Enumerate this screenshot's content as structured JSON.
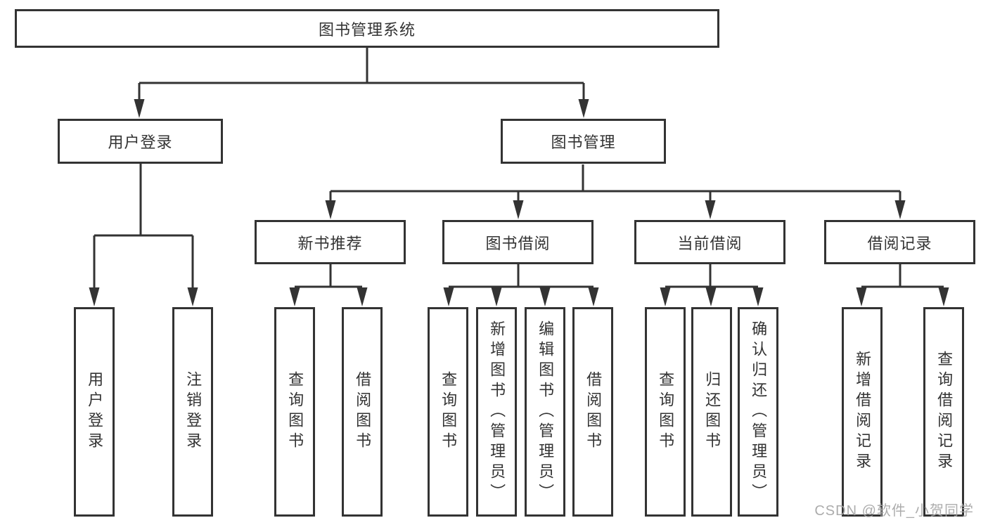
{
  "diagram": {
    "type": "hierarchy-tree",
    "title": "图书管理系统",
    "colors": {
      "line": "#333333",
      "text": "#333333",
      "box_fill": "#ffffff",
      "background": "#ffffff",
      "watermark": "#a5a5a5"
    },
    "nodes": {
      "root": {
        "label": "图书管理系统"
      },
      "level2": [
        {
          "label": "用户登录",
          "parent": "图书管理系统"
        },
        {
          "label": "图书管理",
          "parent": "图书管理系统"
        }
      ],
      "level3": [
        {
          "label": "新书推荐",
          "parent": "图书管理"
        },
        {
          "label": "图书借阅",
          "parent": "图书管理"
        },
        {
          "label": "当前借阅",
          "parent": "图书管理"
        },
        {
          "label": "借阅记录",
          "parent": "图书管理"
        }
      ],
      "level4": [
        {
          "label": "用户登录",
          "parent": "用户登录"
        },
        {
          "label": "注销登录",
          "parent": "用户登录"
        },
        {
          "label": "查询图书",
          "parent": "新书推荐"
        },
        {
          "label": "借阅图书",
          "parent": "新书推荐"
        },
        {
          "label": "查询图书",
          "parent": "图书借阅"
        },
        {
          "label": "新增图书（管理员）",
          "parent": "图书借阅"
        },
        {
          "label": "编辑图书（管理员）",
          "parent": "图书借阅"
        },
        {
          "label": "借阅图书",
          "parent": "图书借阅"
        },
        {
          "label": "查询图书",
          "parent": "当前借阅"
        },
        {
          "label": "归还图书",
          "parent": "当前借阅"
        },
        {
          "label": "确认归还（管理员）",
          "parent": "当前借阅"
        },
        {
          "label": "新增借阅记录",
          "parent": "借阅记录"
        },
        {
          "label": "查询借阅记录",
          "parent": "借阅记录"
        }
      ]
    },
    "watermark": {
      "text": "CSDN @软件_小贺同学"
    }
  }
}
